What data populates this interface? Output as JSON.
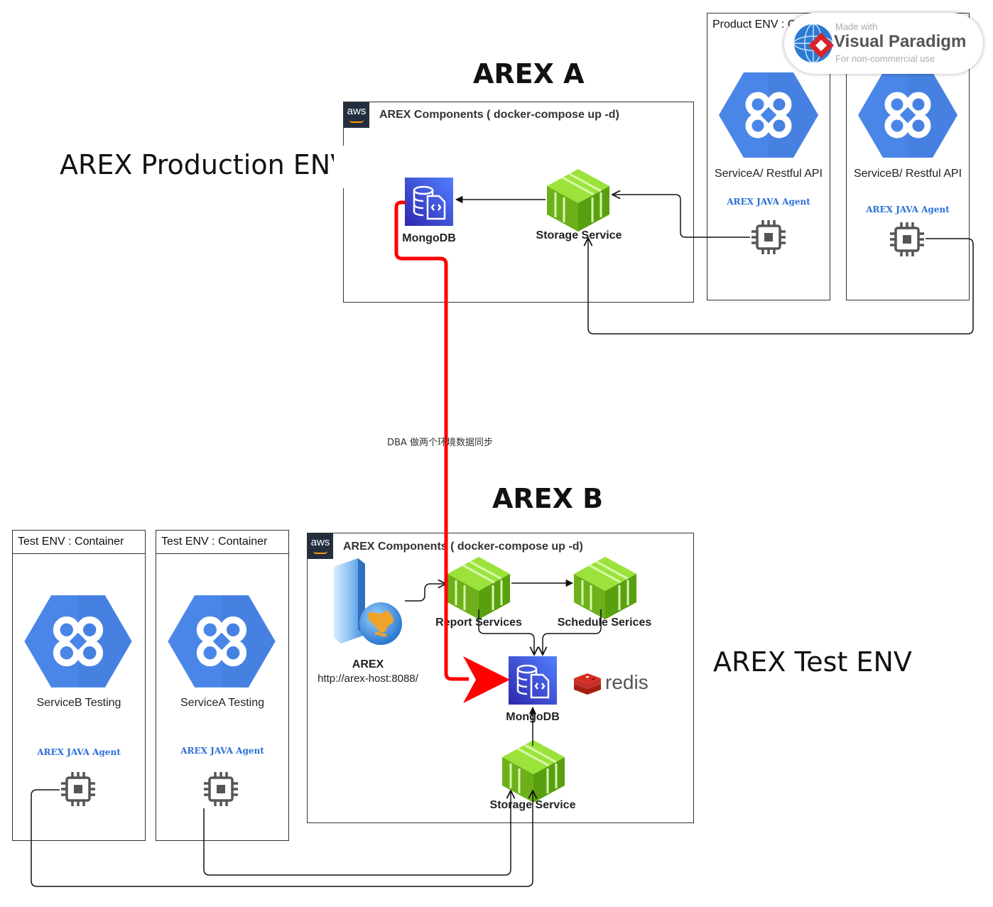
{
  "titles": {
    "arex_a": "AREX A",
    "arex_b": "AREX B",
    "production_env": "AREX Production ENV",
    "test_env": "AREX Test ENV"
  },
  "production": {
    "aws_label": "aws",
    "components_title": "AREX Components ( docker-compose up -d)",
    "mongodb": "MongoDB",
    "storage_service": "Storage Service"
  },
  "product_env": {
    "header": "Product ENV : C",
    "service_a": "ServiceA/ Restful API",
    "service_b": "ServiceB/ Restful API",
    "agent_label": "AREX JAVA Agent"
  },
  "sync_label": "DBA 做两个环境数据同步",
  "test": {
    "aws_label": "aws",
    "components_title": "AREX Components ( docker-compose up -d)",
    "arex_label": "AREX",
    "arex_url": "http://arex-host:8088/",
    "report_services": "Report Services",
    "schedule_services": "Schedule Serices",
    "mongodb": "MongoDB",
    "redis": "redis",
    "storage_service": "Storage Service"
  },
  "test_containers": {
    "header": "Test ENV : Container",
    "service_b": "ServiceB Testing",
    "service_a": "ServiceA Testing",
    "agent_label": "AREX JAVA Agent"
  },
  "watermark": {
    "made_with": "Made with",
    "brand": "Visual Paradigm",
    "note": "For non-commercial use"
  },
  "colors": {
    "sync_line": "#ff0000",
    "gcp_blue": "#4285f4",
    "storage_green": "#7ac11f",
    "mongodb_blue": "#3b48cc",
    "agent_text": "#2a6fd6"
  }
}
